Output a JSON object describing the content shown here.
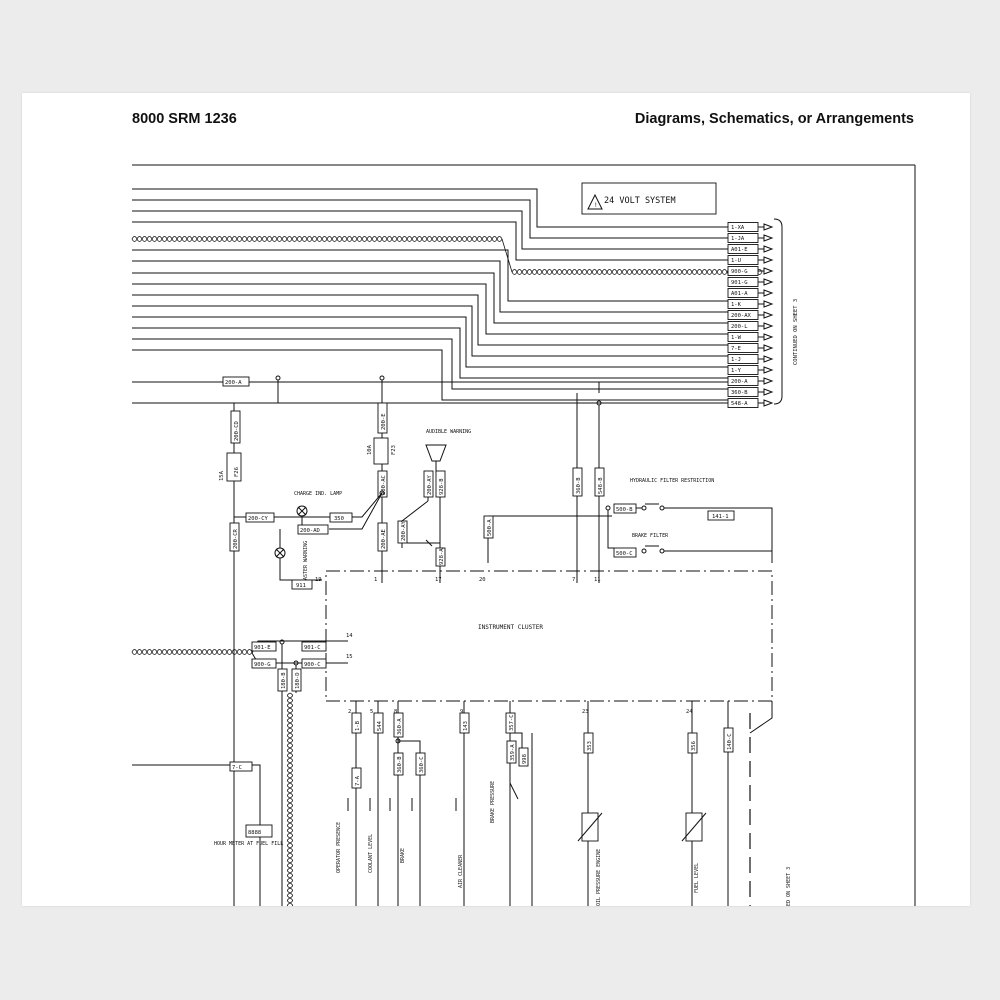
{
  "header": {
    "left": "8000 SRM 1236",
    "right": "Diagrams, Schematics, or Arrangements"
  },
  "system_note": "24 VOLT SYSTEM",
  "continued_right": "CONTINUED ON SHEET 3",
  "continued_bottom": "ED ON SHEET 3",
  "main_block": "INSTRUMENT CLUSTER",
  "output_labels": [
    "1-XA",
    "1-JA",
    "A01-E",
    "1-U",
    "900-G",
    "901-G",
    "A01-A",
    "1-K",
    "200-AX",
    "200-L",
    "1-W",
    "7-E",
    "1-J",
    "1-Y",
    "200-A",
    "360-B",
    "548-A"
  ],
  "components": {
    "charge_lamp": "CHARGE IND. LAMP",
    "audible": "AUDIBLE WARNING",
    "master": "MASTER WARNING",
    "hydraulic": "HYDRAULIC FILTER RESTRICTION",
    "brake_filter": "BRAKE FILTER",
    "hour_meter": "HOUR METER AT FUEL FILL",
    "hour_display": "8888",
    "operator": "OPERATOR PRESENCE",
    "coolant": "COOLANT LEVEL",
    "brake": "BRAKE",
    "air_cleaner": "AIR CLEANER",
    "brake_pressure": "BRAKE PRESSURE",
    "oil_pressure": "OIL PRESSURE ENGINE",
    "fuel_level": "FUEL LEVEL",
    "fuse_15a": "15A",
    "fuse_10a": "10A",
    "fuse_f26": "F26",
    "fuse_f23": "F23"
  },
  "wire_labels": {
    "w200A": "200-A",
    "w200CD": "200-CD",
    "w200E": "200-E",
    "w200AC": "200-AC",
    "w200AY": "200-AY",
    "w928B": "928-B",
    "w200CY": "200-CY",
    "w350": "350",
    "w200AD": "200-AD",
    "w200CR": "200-CR",
    "w200AE": "200-AE",
    "w200AYb": "200-AY",
    "w928A": "928-A",
    "w500A": "500-A",
    "w360B": "360-B",
    "w548B": "548-B",
    "w500B": "500-B",
    "w500C": "500-C",
    "w1411": "141-1",
    "w911": "911",
    "w901E": "901-E",
    "w901C": "901-C",
    "w900G": "900-G",
    "w900C": "900-C",
    "w180B": "180-B",
    "w180D": "180-D",
    "w7C": "7-C",
    "w1B": "1-B",
    "w544": "544",
    "w360A": "360-A",
    "w143": "143",
    "w357C": "357-C",
    "w7A": "7-A",
    "w360Bb": "360-B",
    "w360C": "360-C",
    "w359A": "359-A",
    "w998": "998",
    "w353": "353",
    "w356": "356",
    "w140C": "140-C"
  },
  "pins": {
    "p19": "19",
    "p1": "1",
    "p17": "17",
    "p20": "20",
    "p7": "7",
    "p11": "11",
    "p14": "14",
    "p15": "15",
    "p2": "2",
    "p5": "5",
    "p8": "8",
    "p9": "9",
    "p23": "23",
    "p24": "24"
  }
}
